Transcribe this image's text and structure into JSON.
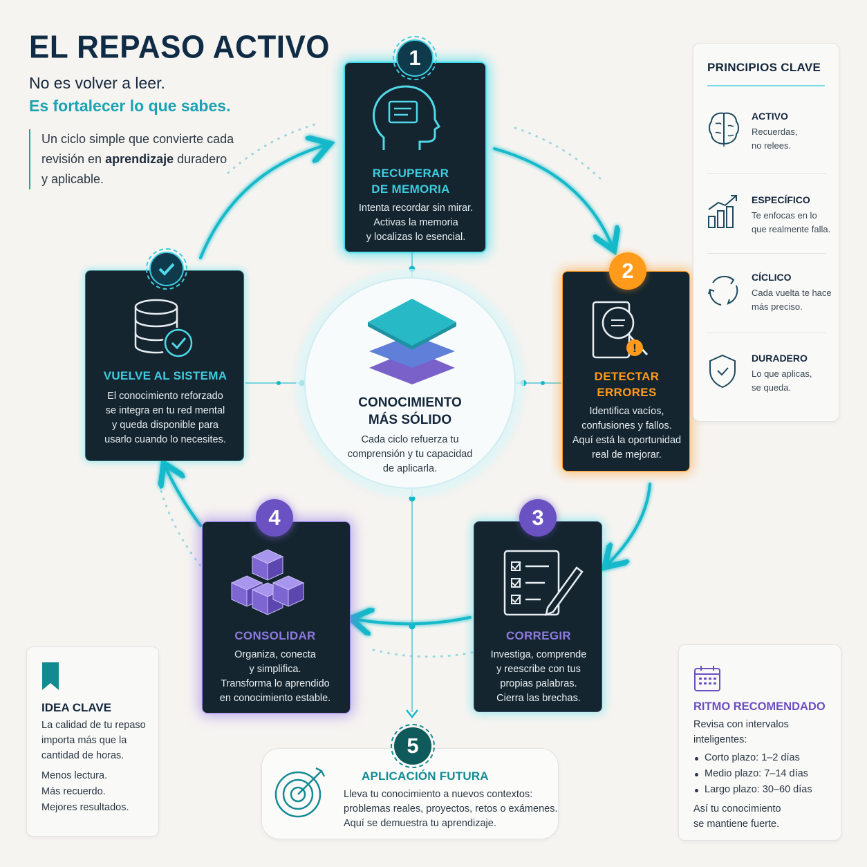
{
  "header": {
    "title": "EL REPASO ACTIVO",
    "tagline_1": "No es volver a leer.",
    "tagline_2": "Es fortalecer lo que sabes.",
    "intro_part1": "Un ciclo simple que convierte cada revisión en ",
    "intro_bold": "aprendizaje",
    "intro_part2": " duradero y aplicable."
  },
  "steps": [
    {
      "number": "1",
      "title_line1": "RECUPERAR",
      "title_line2": "DE MEMORIA",
      "desc": [
        "Intenta recordar sin mirar.",
        "Activas la memoria",
        "y localizas lo esencial."
      ]
    },
    {
      "number": "2",
      "title_line1": "DETECTAR",
      "title_line2": "ERRORES",
      "desc": [
        "Identifica vacíos,",
        "confusiones y fallos.",
        "Aquí está la oportunidad",
        "real de mejorar."
      ]
    },
    {
      "number": "3",
      "title": "CORREGIR",
      "desc": [
        "Investiga, comprende",
        "y reescribe con tus",
        "propias palabras.",
        "Cierra las brechas."
      ]
    },
    {
      "number": "4",
      "title": "CONSOLIDAR",
      "desc": [
        "Organiza, conecta",
        "y simplifica.",
        "Transforma lo aprendido",
        "en conocimiento estable."
      ]
    },
    {
      "number": "5",
      "title": "APLICACIÓN FUTURA",
      "desc": [
        "Lleva tu conocimiento a nuevos contextos:",
        "problemas reales, proyectos, retos o exámenes.",
        "Aquí se demuestra tu aprendizaje."
      ]
    },
    {
      "title": "VUELVE AL SISTEMA",
      "desc": [
        "El conocimiento reforzado",
        "se integra en tu red mental",
        "y queda disponible para",
        "usarlo cuando lo necesites."
      ]
    }
  ],
  "center": {
    "title_line1": "CONOCIMIENTO",
    "title_line2": "MÁS SÓLIDO",
    "desc": [
      "Cada ciclo refuerza tu",
      "comprensión y tu capacidad",
      "de aplicarla."
    ]
  },
  "principles": {
    "title": "PRINCIPIOS CLAVE",
    "items": [
      {
        "name": "ACTIVO",
        "desc": [
          "Recuerdas,",
          "no relees."
        ],
        "icon": "brain-icon"
      },
      {
        "name": "ESPECÍFICO",
        "desc": [
          "Te enfocas en lo",
          "que realmente falla."
        ],
        "icon": "bar-chart-icon"
      },
      {
        "name": "CÍCLICO",
        "desc": [
          "Cada vuelta te hace",
          "más preciso."
        ],
        "icon": "cycle-icon"
      },
      {
        "name": "DURADERO",
        "desc": [
          "Lo que aplicas,",
          "se queda."
        ],
        "icon": "shield-icon"
      }
    ]
  },
  "idea": {
    "title": "IDEA CLAVE",
    "desc": [
      "La calidad de tu repaso",
      "importa más que la",
      "cantidad de horas."
    ],
    "lines": [
      "Menos lectura.",
      "Más recuerdo.",
      "Mejores resultados."
    ]
  },
  "ritmo": {
    "title": "RITMO RECOMENDADO",
    "intro": [
      "Revisa con intervalos",
      "inteligentes:"
    ],
    "items": [
      "Corto plazo: 1–2 días",
      "Medio plazo: 7–14 días",
      "Largo plazo: 30–60 días"
    ],
    "outro": [
      "Así tu conocimiento",
      "se mantiene fuerte."
    ]
  },
  "colors": {
    "teal": "#3ecde0",
    "orange": "#ff9a1a",
    "purple": "#8f7ae0",
    "navy": "#0f2b45",
    "card_bg": "#14252f"
  }
}
